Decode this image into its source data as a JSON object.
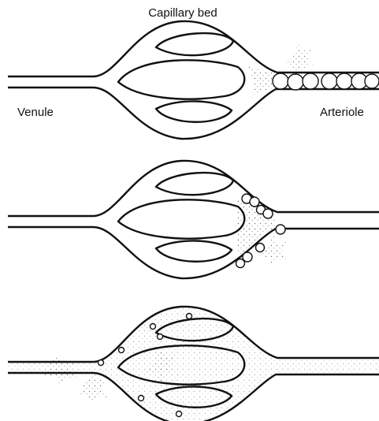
{
  "labels": {
    "title": "Capillary bed",
    "left": "Venule",
    "right": "Arteriole"
  }
}
